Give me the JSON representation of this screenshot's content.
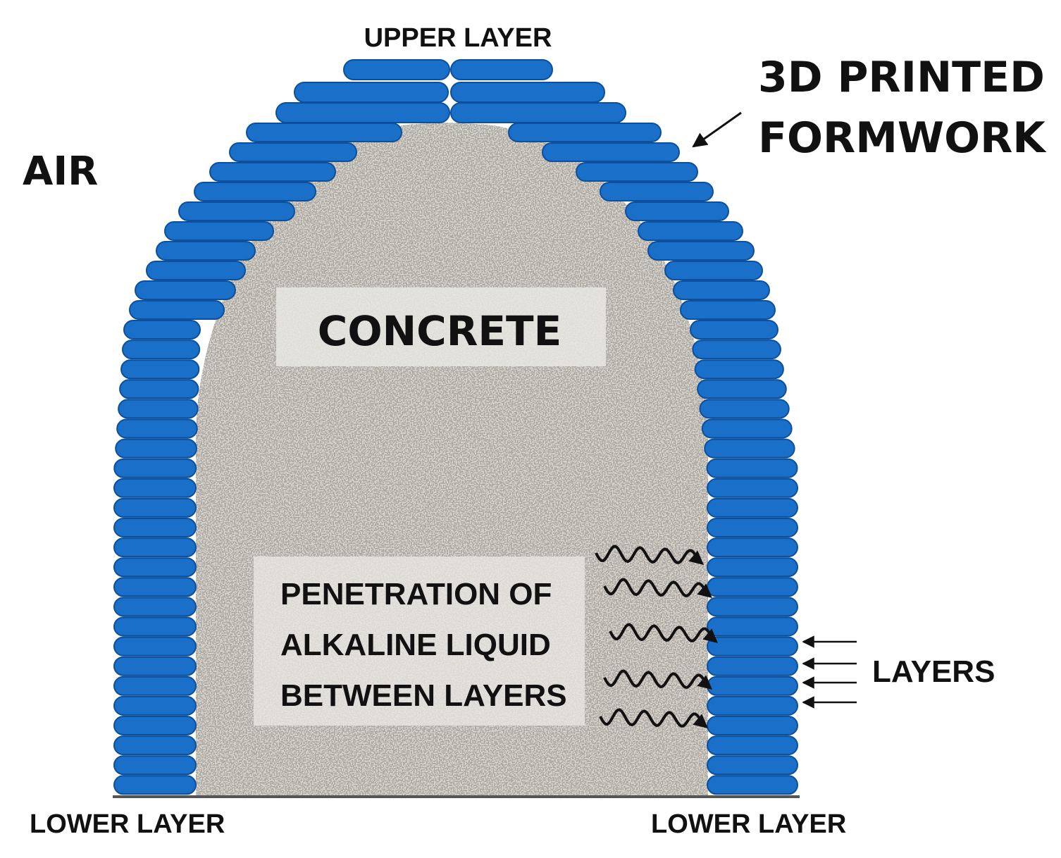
{
  "labels": {
    "upper_layer": "UPPER LAYER",
    "printed_formwork_line1": "3D PRINTED",
    "printed_formwork_line2": "FORMWORK",
    "air": "AIR",
    "concrete": "CONCRETE",
    "penetration_line1": "PENETRATION OF",
    "penetration_line2": "ALKALINE LIQUID",
    "penetration_line3": "BETWEEN LAYERS",
    "layers": "LAYERS",
    "lower_layer_left": "LOWER LAYER",
    "lower_layer_right": "LOWER LAYER"
  },
  "colors": {
    "formwork_layer": "#1a6fc8",
    "formwork_outline": "#0d4f9a",
    "concrete_base": "#d9d6d0",
    "label_panel": "#e4e2de",
    "text": "#111111",
    "arrow": "#111111"
  },
  "icons": {
    "formwork_pointer": "arrow-pointer-icon",
    "penetration": "wavy-arrow-icon",
    "layers_pointer": "arrow-left-icon"
  }
}
